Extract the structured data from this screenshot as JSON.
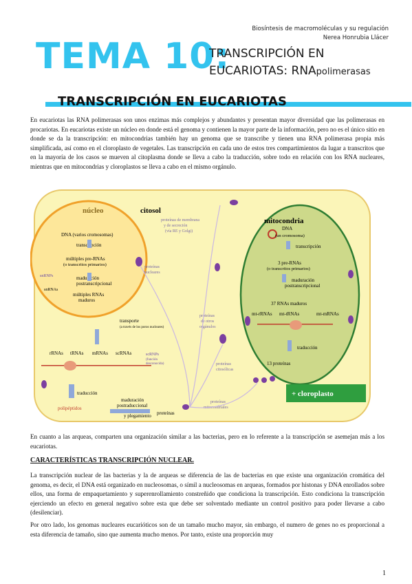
{
  "header": {
    "line1": "Biosíntesis de macromoléculas y su regulación",
    "line2": "Nerea Honrubia Llácer"
  },
  "tema": {
    "label": "TEMA 10:",
    "sub_line1": "TRANSCRIPCIÓN EN",
    "sub_line2_a": "EUCARIOTAS: RNA",
    "sub_line2_b": "polimerasas"
  },
  "section_title": "TRANSCRIPCIÓN EN EUCARIOTAS",
  "intro_paragraph": "En eucariotas las RNA polimerasas son unos enzimas más complejos y abundantes y presentan mayor diversidad que las polimerasas en procariotas. En eucariotas existe un núcleo en donde está el genoma y contienen la mayor parte de la información, pero no es el único sitio en donde se da la transcripción: en mitocondrias también hay un genoma que se transcribe y tienen una RNA polimerasa propia más simplificada, así como en el cloroplasto de vegetales. Las transcripción en cada uno de estos tres compartimientos da lugar a transcritos que en la mayoría de los casos se mueven al citoplasma donde se lleva a cabo la traducción, sobre todo en relación con los RNA nucleares, mientras que en mitocondrias y cloroplastos se lleva a cabo en el mismo orgánulo.",
  "figure": {
    "nucleo": "núcleo",
    "citosol": "citosol",
    "mitocondria": "mitocondria",
    "dna_nuc": "DNA (varios cromosomas)",
    "transcripcion": "transcripción",
    "multiples_pre_1": "múltiples pre-RNAs",
    "multiples_pre_2": "(o transcritos primarios)",
    "maduracion": "maduración",
    "postranscripcional": "postranscripcional",
    "snrnps": "snRNPs",
    "snrnas": "snRNAs",
    "multiples_mad_1": "múltiples RNAs",
    "multiples_mad_2": "maduros",
    "transporte": "transporte",
    "transporte_sub": "(a través de los poros nucleares)",
    "rrnas": "rRNAs",
    "trnas": "tRNAs",
    "mrnas": "mRNAs",
    "scrnas": "scRNAs",
    "scrnps": "scRNPs",
    "scrnps_sub_1": "(función",
    "scrnps_sub_2": "desconocida)",
    "traduccion": "traducción",
    "polipeptidos": "polipéptidos",
    "maduracion_post_1": "maduración",
    "maduracion_post_2": "postraduccional",
    "plegamiento": "y plegamiento",
    "proteinas": "proteínas",
    "prot_membrana_1": "proteínas de membrana",
    "prot_membrana_2": "y de secreción",
    "prot_membrana_3": "(vía RE y Golgi)",
    "prot_nucleares_1": "proteínas",
    "prot_nucleares_2": "nucleares",
    "prot_organulos_1": "proteínas",
    "prot_organulos_2": "de otros",
    "prot_organulos_3": "orgánulos",
    "prot_citosolicas_1": "proteínas",
    "prot_citosolicas_2": "citosólicas",
    "prot_mito_1": "proteínas",
    "prot_mito_2": "mitocondriales",
    "dna_mito_1": "DNA",
    "dna_mito_2": "(un cromosoma)",
    "tres_pre_1": "3 pre-RNAs",
    "tres_pre_2": "(o transcritos primarios)",
    "rnas_maduros": "37 RNAs maduros",
    "mt_rrnas": "mt-rRNAs",
    "mt_trnas": "mt-tRNAs",
    "mt_mrnas": "mt-mRNAs",
    "trece_prot": "13 proteínas",
    "cloroplasto": "+ cloroplasto"
  },
  "arqueas_paragraph": "En cuanto a las arqueas, comparten una organización similar a las bacterias, pero en lo referente a la transcripción se asemejan más a los eucariotas.",
  "heading2": "CARACTERÍSTICAS TRANSCRIPCIÓN NUCLEAR.",
  "nuclear_paragraph": "La transcripción nuclear de las bacterias y la de arqueas se diferencia de las de bacterias en que existe una organización cromática del genoma, es decir, el DNA está organizado en nucleosomas, o símil a nucleosomas en arqueas, formados por histonas y DNA enrollados sobre ellos, una forma de empaquetamiento y superenrollamiento constreñido que condiciona la transcripción. Esto condiciona la transcripción ejerciendo un efecto en general negativo sobre esta que debe ser solventado mediante un control positivo para poder llevarse a cabo (desilenciar).",
  "last_paragraph": "Por otro lado, los genomas nucleares eucarióticos son de un tamaño mucho mayor, sin embargo, el numero de genes no es proporcional a esta diferencia de tamaño, sino que aumenta mucho menos. Por tanto, existe una proporción muy",
  "page_number": "1"
}
